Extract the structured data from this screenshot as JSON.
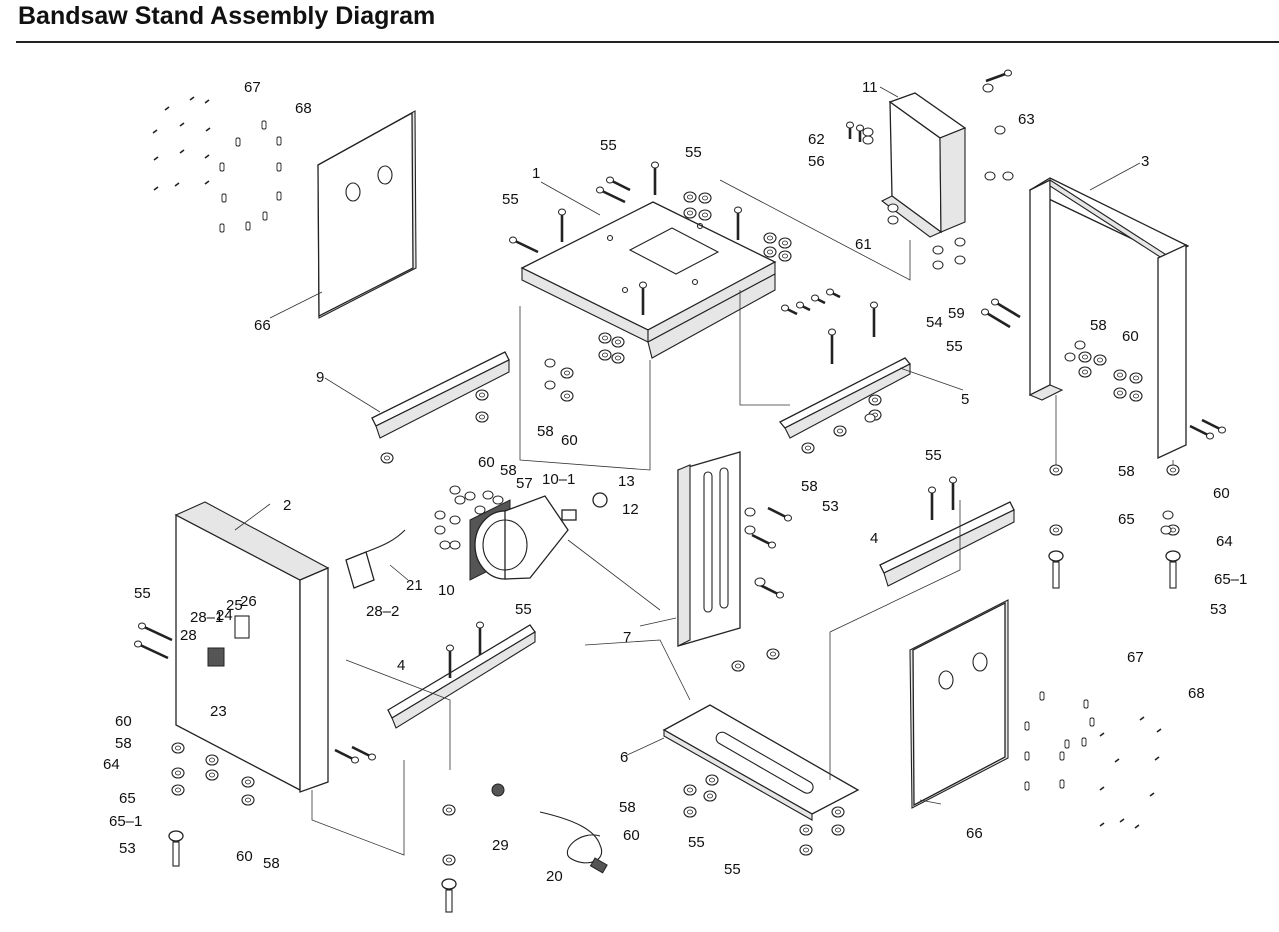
{
  "page": {
    "title": "Bandsaw Stand Assembly Diagram"
  },
  "labels": [
    {
      "id": "l67a",
      "text": "67"
    },
    {
      "id": "l68a",
      "text": "68"
    },
    {
      "id": "l66a",
      "text": "66"
    },
    {
      "id": "l1",
      "text": "1"
    },
    {
      "id": "l55a",
      "text": "55"
    },
    {
      "id": "l55b",
      "text": "55"
    },
    {
      "id": "l55c",
      "text": "55"
    },
    {
      "id": "l11",
      "text": "11"
    },
    {
      "id": "l62",
      "text": "62"
    },
    {
      "id": "l56",
      "text": "56"
    },
    {
      "id": "l63",
      "text": "63"
    },
    {
      "id": "l61",
      "text": "61"
    },
    {
      "id": "l54",
      "text": "54"
    },
    {
      "id": "l59",
      "text": "59"
    },
    {
      "id": "l3",
      "text": "3"
    },
    {
      "id": "l58a",
      "text": "58"
    },
    {
      "id": "l60a",
      "text": "60"
    },
    {
      "id": "l55d",
      "text": "55"
    },
    {
      "id": "l9",
      "text": "9"
    },
    {
      "id": "l58b",
      "text": "58"
    },
    {
      "id": "l60b",
      "text": "60"
    },
    {
      "id": "l5",
      "text": "5"
    },
    {
      "id": "l60c",
      "text": "60"
    },
    {
      "id": "l58c",
      "text": "58"
    },
    {
      "id": "l57",
      "text": "57"
    },
    {
      "id": "l10-1",
      "text": "10–1"
    },
    {
      "id": "l13",
      "text": "13"
    },
    {
      "id": "l12",
      "text": "12"
    },
    {
      "id": "l10",
      "text": "10"
    },
    {
      "id": "l58d",
      "text": "58"
    },
    {
      "id": "l53a",
      "text": "53"
    },
    {
      "id": "l55e",
      "text": "55"
    },
    {
      "id": "l58e",
      "text": "58"
    },
    {
      "id": "l60d",
      "text": "60"
    },
    {
      "id": "l4a",
      "text": "4"
    },
    {
      "id": "l65a",
      "text": "65"
    },
    {
      "id": "l64a",
      "text": "64"
    },
    {
      "id": "l65-1a",
      "text": "65–1"
    },
    {
      "id": "l53b",
      "text": "53"
    },
    {
      "id": "l2",
      "text": "2"
    },
    {
      "id": "l21",
      "text": "21"
    },
    {
      "id": "l28-2",
      "text": "28–2"
    },
    {
      "id": "l55f",
      "text": "55"
    },
    {
      "id": "l28-1",
      "text": "28–1"
    },
    {
      "id": "l24",
      "text": "24"
    },
    {
      "id": "l25",
      "text": "25"
    },
    {
      "id": "l26",
      "text": "26"
    },
    {
      "id": "l28",
      "text": "28"
    },
    {
      "id": "l23",
      "text": "23"
    },
    {
      "id": "l55g",
      "text": "55"
    },
    {
      "id": "l4b",
      "text": "4"
    },
    {
      "id": "l7",
      "text": "7"
    },
    {
      "id": "l67b",
      "text": "67"
    },
    {
      "id": "l68b",
      "text": "68"
    },
    {
      "id": "l60e",
      "text": "60"
    },
    {
      "id": "l58f",
      "text": "58"
    },
    {
      "id": "l64b",
      "text": "64"
    },
    {
      "id": "l65b",
      "text": "65"
    },
    {
      "id": "l65-1b",
      "text": "65–1"
    },
    {
      "id": "l53c",
      "text": "53"
    },
    {
      "id": "l60f",
      "text": "60"
    },
    {
      "id": "l58g",
      "text": "58"
    },
    {
      "id": "l29",
      "text": "29"
    },
    {
      "id": "l20",
      "text": "20"
    },
    {
      "id": "l6",
      "text": "6"
    },
    {
      "id": "l58h",
      "text": "58"
    },
    {
      "id": "l60g",
      "text": "60"
    },
    {
      "id": "l55h",
      "text": "55"
    },
    {
      "id": "l55i",
      "text": "55"
    },
    {
      "id": "l66b",
      "text": "66"
    }
  ]
}
